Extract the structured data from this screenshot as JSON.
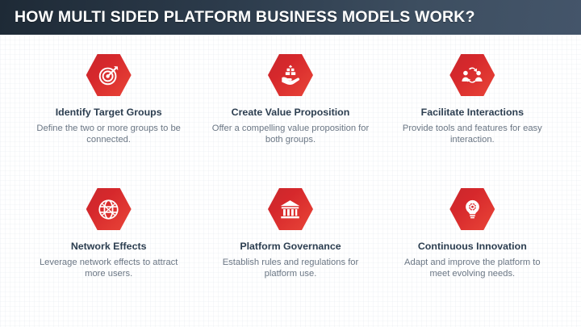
{
  "header": {
    "title": "HOW MULTI SIDED PLATFORM BUSINESS MODELS WORK?",
    "background_color": "#2c3b4b",
    "text_color": "#ffffff"
  },
  "theme": {
    "accent_color": "#d6282c",
    "title_color": "#2c3e50",
    "body_color": "#6a7684",
    "background_color": "#ffffff"
  },
  "items": [
    {
      "icon": "target-arrow-icon",
      "title": "Identify Target Groups",
      "description": "Define the two or more groups to be connected."
    },
    {
      "icon": "hand-holding-value-icon",
      "title": "Create Value Proposition",
      "description": "Offer a compelling value proposition for both groups."
    },
    {
      "icon": "people-exchange-icon",
      "title": "Facilitate Interactions",
      "description": "Provide tools and features for easy interaction."
    },
    {
      "icon": "globe-network-icon",
      "title": "Network Effects",
      "description": "Leverage network effects to attract more users."
    },
    {
      "icon": "institution-building-icon",
      "title": "Platform Governance",
      "description": "Establish rules and regulations for platform use."
    },
    {
      "icon": "lightbulb-gear-icon",
      "title": "Continuous Innovation",
      "description": "Adapt and improve the platform to meet evolving needs."
    }
  ]
}
